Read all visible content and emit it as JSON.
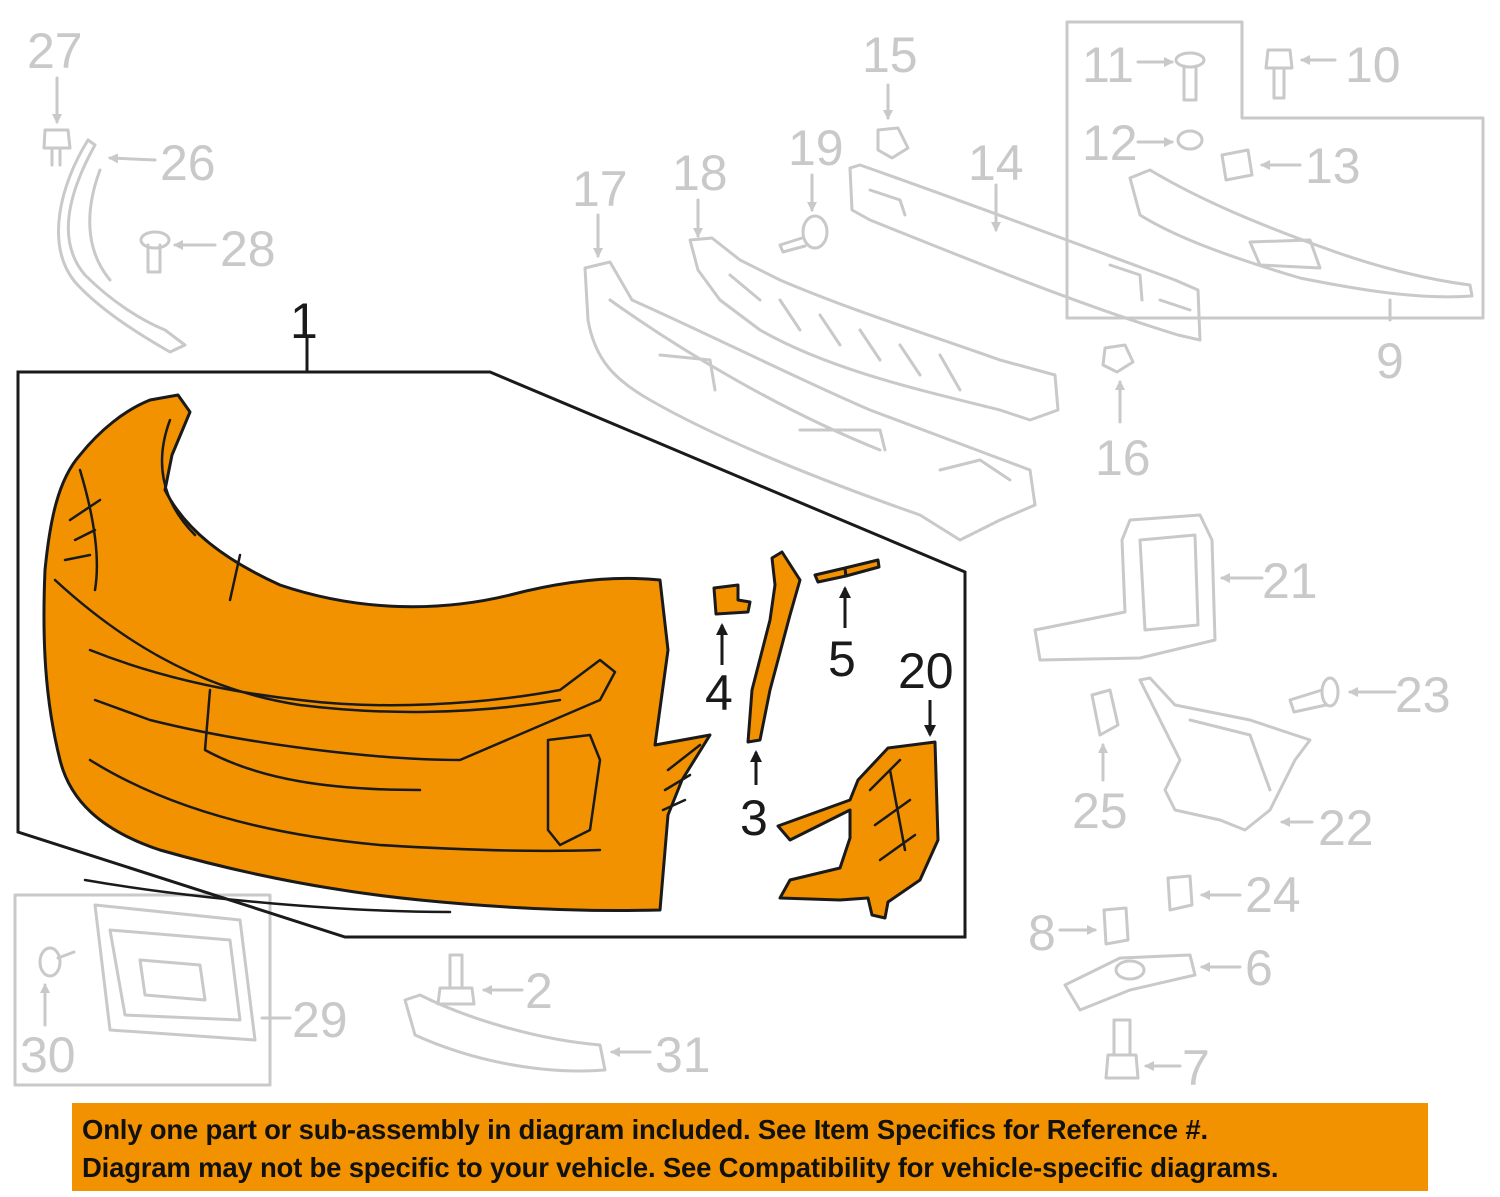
{
  "colors": {
    "highlight": "#f39200",
    "outline": "#1a1a1a",
    "ghost": "#c9c9c9"
  },
  "callouts": {
    "c1": "1",
    "c2": "2",
    "c3": "3",
    "c4": "4",
    "c5": "5",
    "c6": "6",
    "c7": "7",
    "c8": "8",
    "c9": "9",
    "c10": "10",
    "c11": "11",
    "c12": "12",
    "c13": "13",
    "c14": "14",
    "c15": "15",
    "c16": "16",
    "c17": "17",
    "c18": "18",
    "c19": "19",
    "c20": "20",
    "c21": "21",
    "c22": "22",
    "c23": "23",
    "c24": "24",
    "c25": "25",
    "c26": "26",
    "c27": "27",
    "c28": "28",
    "c29": "29",
    "c30": "30",
    "c31": "31"
  },
  "highlighted_parts": [
    "1",
    "3",
    "4",
    "5",
    "20"
  ],
  "disclaimer": {
    "line1": "Only one part or sub-assembly in diagram included. See Item Specifics for Reference #.",
    "line2": "Diagram may not be specific to your vehicle. See Compatibility for vehicle-specific diagrams."
  }
}
